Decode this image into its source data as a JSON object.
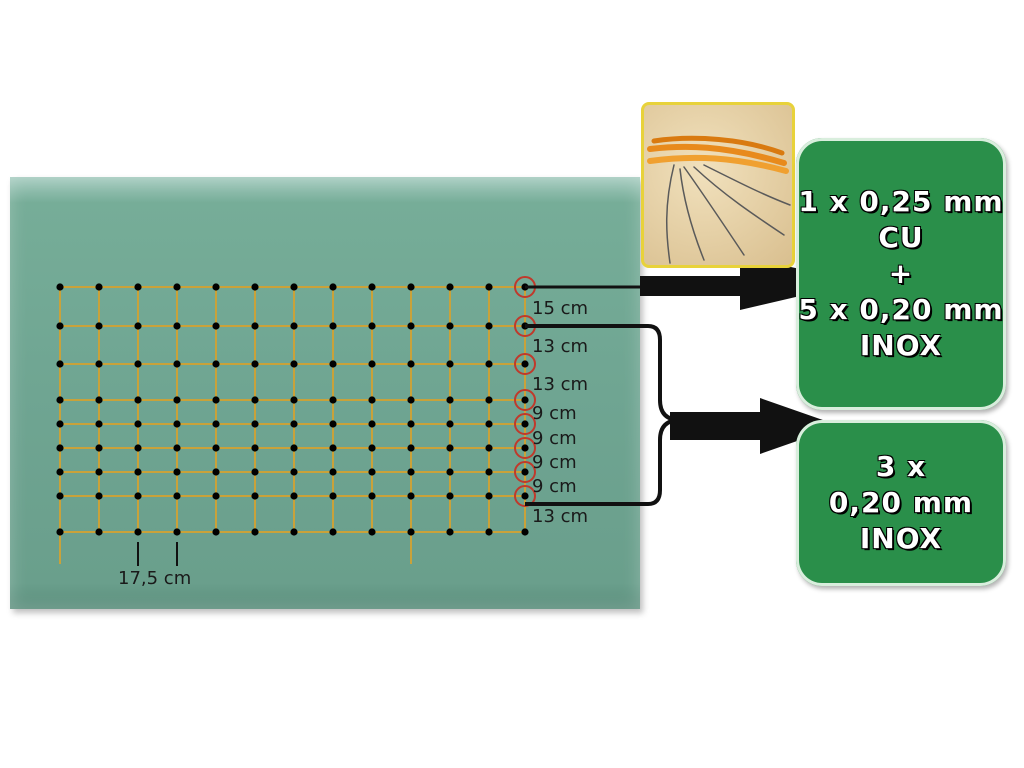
{
  "diagram": {
    "wire_spacings": [
      "15 cm",
      "13 cm",
      "13 cm",
      "9 cm",
      "9 cm",
      "9 cm",
      "9 cm",
      "13 cm"
    ],
    "post_spacing_label": "17,5 cm",
    "box_top": {
      "lines": [
        "1 x 0,25 mm",
        "CU",
        "+",
        "5 x 0,20 mm",
        "INOX"
      ]
    },
    "box_bottom": {
      "lines": [
        "3 x",
        "0,20 mm",
        "INOX"
      ]
    },
    "colors": {
      "panel": "#6fa592",
      "box": "#2a8f4a",
      "mesh_line": "#c9a23a",
      "knot": "#000000",
      "ring": "#c0392b"
    }
  }
}
